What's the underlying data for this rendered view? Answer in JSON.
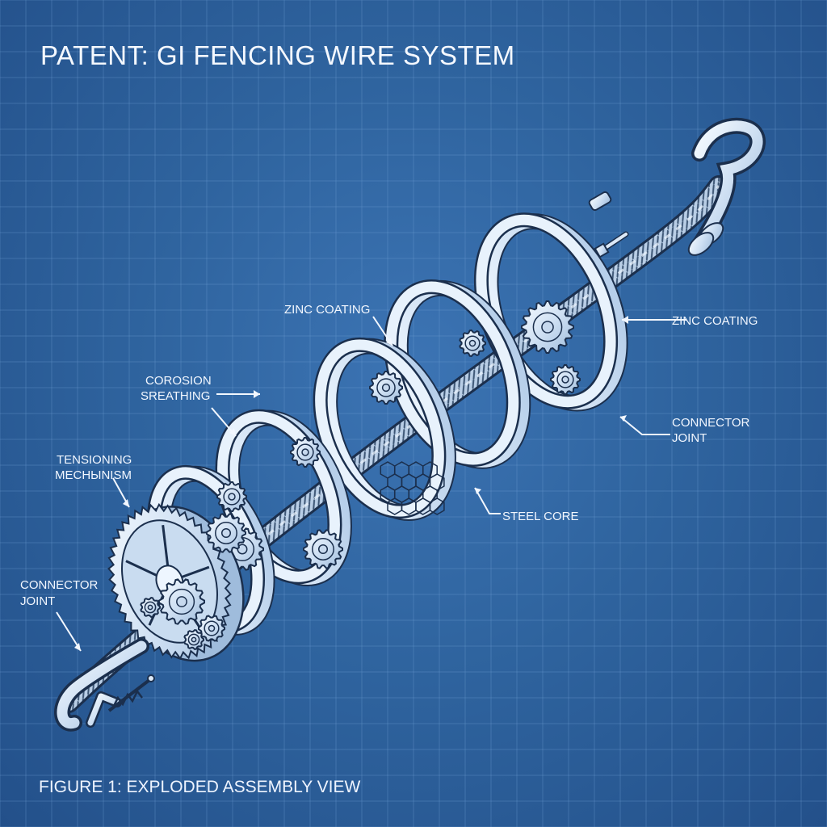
{
  "title": "PATENT: GI FENCING WIRE SYSTEM",
  "caption": "FIGURE 1: EXPLODED ASSEMBLY VIEW",
  "labels": {
    "zinc_coating_top": "ZINC COATING",
    "zinc_coating_right": "ZINC COATING",
    "corrosion_sheathing_line1": "COROSION",
    "corrosion_sheathing_line2": "SREATHING",
    "tensioning_line1": "TENSIONING",
    "tensioning_line2": "MECHЫNISM",
    "connector_left_line1": "CONNECTOR",
    "connector_left_line2": "JOINT",
    "connector_right_line1": "CONNECTOR",
    "connector_right_line2": "JOINT",
    "steel_core": "STEEL CORE"
  },
  "colors": {
    "background": "#2f649f",
    "grid": "#6e9ed3",
    "metal_fill": "#dce9f7",
    "metal_edge": "#1b2f4d",
    "text": "#f2f7ff"
  }
}
